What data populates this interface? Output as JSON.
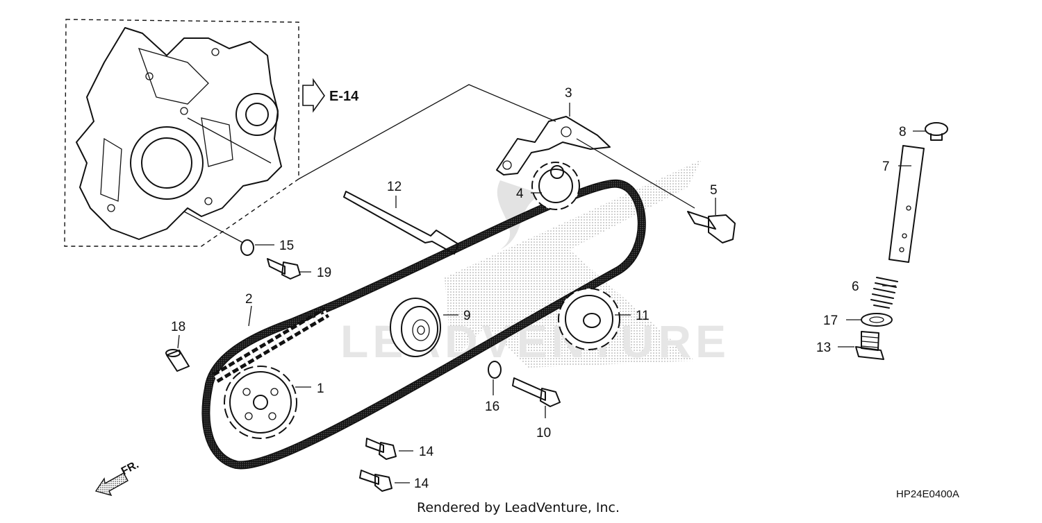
{
  "diagram": {
    "reference_arrow_label": "E-14",
    "front_marker_label": "FR.",
    "diagram_code": "HP24E0400A",
    "credit": "Rendered by LeadVenture, Inc.",
    "watermark_text": "LEADVENTURE",
    "callouts": [
      {
        "id": "c1",
        "text": "1"
      },
      {
        "id": "c2",
        "text": "2"
      },
      {
        "id": "c3",
        "text": "3"
      },
      {
        "id": "c4",
        "text": "4"
      },
      {
        "id": "c5",
        "text": "5"
      },
      {
        "id": "c6",
        "text": "6"
      },
      {
        "id": "c7",
        "text": "7"
      },
      {
        "id": "c8",
        "text": "8"
      },
      {
        "id": "c9",
        "text": "9"
      },
      {
        "id": "c10",
        "text": "10"
      },
      {
        "id": "c11",
        "text": "11"
      },
      {
        "id": "c12",
        "text": "12"
      },
      {
        "id": "c13",
        "text": "13"
      },
      {
        "id": "c14a",
        "text": "14"
      },
      {
        "id": "c14b",
        "text": "14"
      },
      {
        "id": "c15",
        "text": "15"
      },
      {
        "id": "c16",
        "text": "16"
      },
      {
        "id": "c17",
        "text": "17"
      },
      {
        "id": "c18",
        "text": "18"
      },
      {
        "id": "c19",
        "text": "19"
      }
    ]
  }
}
